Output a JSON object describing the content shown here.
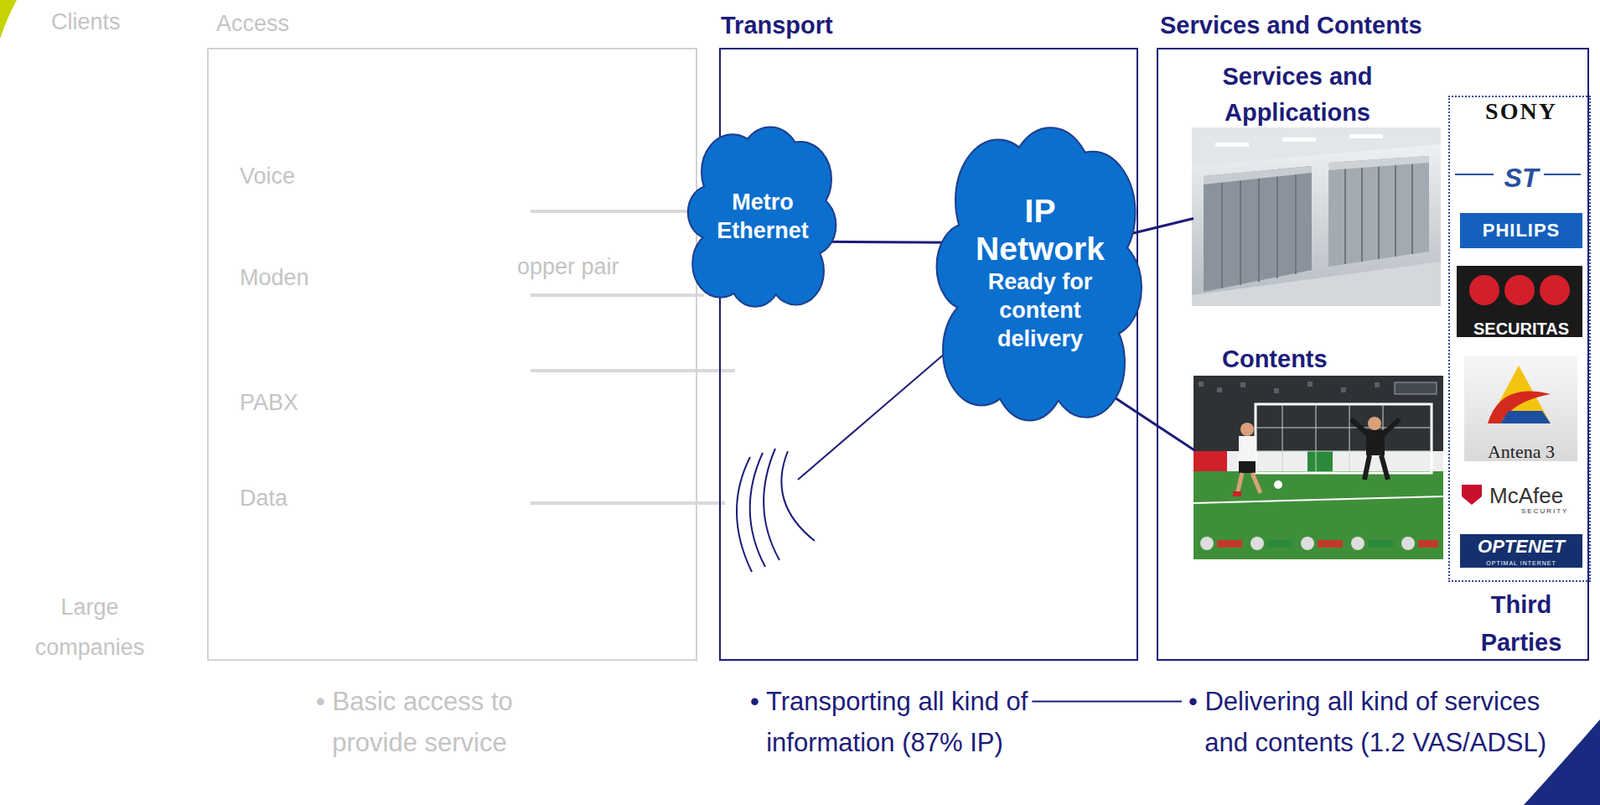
{
  "diagram": {
    "nodes": [
      {
        "text": [
          "Access",
          "Voice",
          "Moden",
          "opper pair",
          "PABX",
          "Data"
        ]
      },
      {
        "text": [
          "Transport"
        ]
      },
      {
        "text": [
          "Metro Ethernet"
        ],
        "in": 1
      },
      {
        "text": [
          "IP Network",
          "Ready for content delivery"
        ],
        "in": 1
      },
      {
        "text": [
          "Services and Contents"
        ]
      },
      {
        "text": [
          "Services and Applications"
        ],
        "in": 4
      },
      {
        "text": [
          "Contents"
        ],
        "in": 4
      },
      {
        "text": [
          "SONY",
          "ST",
          "PHILIPS",
          "SECURITAS",
          "Antena 3",
          "McAfee",
          "SECURITY",
          "OPTENET",
          "OPTIMAL INTERNET",
          "Third Parties"
        ],
        "in": 4
      }
    ],
    "edges": [
      {
        "from": 2,
        "to": 3,
        "arrow": "none"
      },
      {
        "from": 3,
        "to": 5,
        "arrow": "none"
      },
      {
        "from": 3,
        "to": 6,
        "arrow": "none"
      }
    ],
    "labels": [
      "Clients",
      "Large companies",
      "• Basic access to provide service",
      "• Transporting all kind of information (87% IP)",
      "• Delivering all kind of services and contents (1.2 VAS/ADSL)"
    ]
  }
}
